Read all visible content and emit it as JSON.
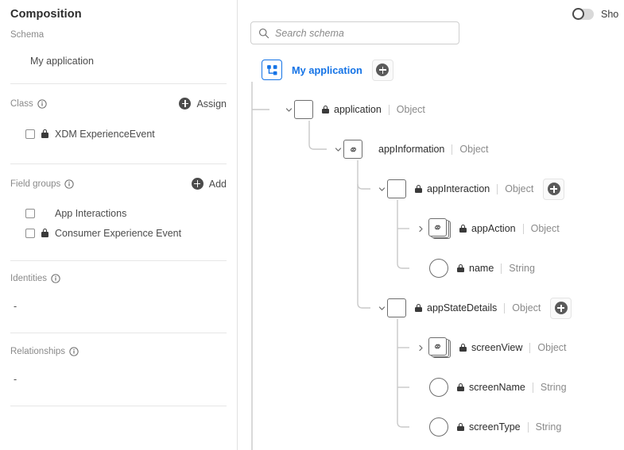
{
  "sidebar": {
    "title": "Composition",
    "schema": {
      "label": "Schema",
      "value": "My application"
    },
    "class": {
      "label": "Class",
      "action_label": "Assign",
      "items": [
        {
          "label": "XDM ExperienceEvent",
          "locked": true,
          "checked": false
        }
      ]
    },
    "field_groups": {
      "label": "Field groups",
      "action_label": "Add",
      "items": [
        {
          "label": "App Interactions",
          "locked": false,
          "checked": false
        },
        {
          "label": "Consumer Experience Event",
          "locked": true,
          "checked": false
        }
      ]
    },
    "identities": {
      "label": "Identities",
      "value": "-"
    },
    "relationships": {
      "label": "Relationships",
      "value": "-"
    }
  },
  "right": {
    "toggle": {
      "label": "Sho",
      "on": false
    },
    "search": {
      "placeholder": "Search schema",
      "value": ""
    },
    "root": {
      "label": "My application",
      "add_label": "+"
    },
    "tree": [
      {
        "name": "application",
        "type": "Object",
        "locked": true,
        "shape": "square",
        "caret": "down",
        "add": false
      },
      {
        "name": "appInformation",
        "type": "Object",
        "locked": false,
        "shape": "link",
        "caret": "down",
        "add": false
      },
      {
        "name": "appInteraction",
        "type": "Object",
        "locked": true,
        "shape": "square",
        "caret": "down",
        "add": true
      },
      {
        "name": "appAction",
        "type": "Object",
        "locked": true,
        "shape": "stack",
        "caret": "right",
        "add": false
      },
      {
        "name": "name",
        "type": "String",
        "locked": true,
        "shape": "circle",
        "caret": "none",
        "add": false
      },
      {
        "name": "appStateDetails",
        "type": "Object",
        "locked": true,
        "shape": "square",
        "caret": "down",
        "add": true
      },
      {
        "name": "screenView",
        "type": "Object",
        "locked": true,
        "shape": "stack",
        "caret": "right",
        "add": false
      },
      {
        "name": "screenName",
        "type": "String",
        "locked": true,
        "shape": "circle",
        "caret": "none",
        "add": false
      },
      {
        "name": "screenType",
        "type": "String",
        "locked": true,
        "shape": "circle",
        "caret": "none",
        "add": false
      }
    ]
  },
  "colors": {
    "accent": "#1473e6",
    "text": "#2c2c2c",
    "muted": "#8a8a8a",
    "line": "#cccccc"
  }
}
